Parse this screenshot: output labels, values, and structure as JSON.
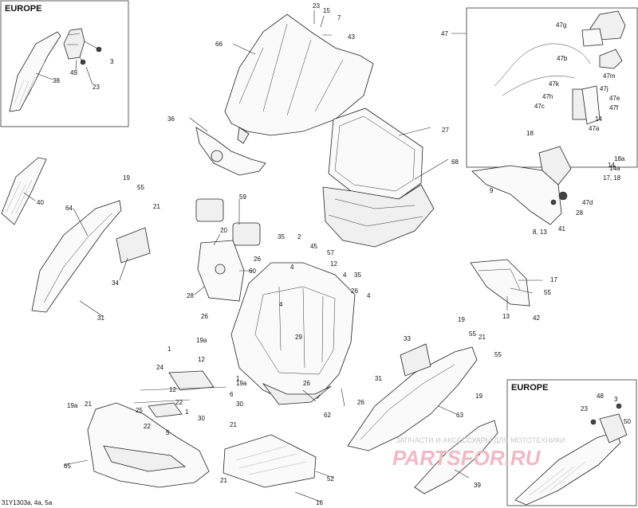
{
  "boxes": {
    "europe_top_left": "EUROPE",
    "europe_bottom_right": "EUROPE"
  },
  "diagram_code": "31Y1303a, 4a, 5a",
  "watermark": {
    "line1": "ЗАПЧАСТИ И АКСЕССУАРЫ ДЛЯ МОТОТЕХНИКИ",
    "line2": "PARTSFOR.RU"
  },
  "callouts": [
    {
      "id": "c-23a",
      "text": "23"
    },
    {
      "id": "c-15",
      "text": "15"
    },
    {
      "id": "c-7",
      "text": "7"
    },
    {
      "id": "c-43",
      "text": "43"
    },
    {
      "id": "c-66",
      "text": "66"
    },
    {
      "id": "c-36",
      "text": "36"
    },
    {
      "id": "c-27",
      "text": "27"
    },
    {
      "id": "c-68",
      "text": "68"
    },
    {
      "id": "c-38",
      "text": "38"
    },
    {
      "id": "c-49",
      "text": "49"
    },
    {
      "id": "c-23b",
      "text": "23"
    },
    {
      "id": "c-3a",
      "text": "3"
    },
    {
      "id": "c-47",
      "text": "47"
    },
    {
      "id": "c-47g",
      "text": "47g"
    },
    {
      "id": "c-47b",
      "text": "47b"
    },
    {
      "id": "c-47m",
      "text": "47m"
    },
    {
      "id": "c-47k",
      "text": "47k"
    },
    {
      "id": "c-47j",
      "text": "47j"
    },
    {
      "id": "c-47e",
      "text": "47e"
    },
    {
      "id": "c-47h",
      "text": "47h"
    },
    {
      "id": "c-47f",
      "text": "47f"
    },
    {
      "id": "c-47c",
      "text": "47c"
    },
    {
      "id": "c-14a",
      "text": "14"
    },
    {
      "id": "c-47a",
      "text": "47a"
    },
    {
      "id": "c-18a",
      "text": "18"
    },
    {
      "id": "c-18b",
      "text": "18a"
    },
    {
      "id": "c-14b",
      "text": "14a"
    },
    {
      "id": "c-14c",
      "text": "14"
    },
    {
      "id": "c-1718",
      "text": "17, 18"
    },
    {
      "id": "c-9",
      "text": "9"
    },
    {
      "id": "c-47d",
      "text": "47d"
    },
    {
      "id": "c-28a",
      "text": "28"
    },
    {
      "id": "c-813",
      "text": "8, 13"
    },
    {
      "id": "c-41",
      "text": "41"
    },
    {
      "id": "c-40",
      "text": "40"
    },
    {
      "id": "c-19a",
      "text": "19"
    },
    {
      "id": "c-55a",
      "text": "55"
    },
    {
      "id": "c-21a",
      "text": "21"
    },
    {
      "id": "c-64",
      "text": "64"
    },
    {
      "id": "c-34",
      "text": "34"
    },
    {
      "id": "c-31a",
      "text": "31"
    },
    {
      "id": "c-59",
      "text": "59"
    },
    {
      "id": "c-20",
      "text": "20"
    },
    {
      "id": "c-60",
      "text": "60"
    },
    {
      "id": "c-28b",
      "text": "28"
    },
    {
      "id": "c-35a",
      "text": "35"
    },
    {
      "id": "c-2",
      "text": "2"
    },
    {
      "id": "c-45",
      "text": "45"
    },
    {
      "id": "c-26a",
      "text": "26"
    },
    {
      "id": "c-57",
      "text": "57"
    },
    {
      "id": "c-12a",
      "text": "12"
    },
    {
      "id": "c-4a",
      "text": "4"
    },
    {
      "id": "c-35b",
      "text": "35"
    },
    {
      "id": "c-4b",
      "text": "4"
    },
    {
      "id": "c-26b",
      "text": "26"
    },
    {
      "id": "c-4c",
      "text": "4"
    },
    {
      "id": "c-4d",
      "text": "4"
    },
    {
      "id": "c-26c",
      "text": "26"
    },
    {
      "id": "c-19b",
      "text": "19a"
    },
    {
      "id": "c-29",
      "text": "29"
    },
    {
      "id": "c-19c",
      "text": "19a"
    },
    {
      "id": "c-26d",
      "text": "26"
    },
    {
      "id": "c-26e",
      "text": "26"
    },
    {
      "id": "c-62",
      "text": "62"
    },
    {
      "id": "c-17",
      "text": "17"
    },
    {
      "id": "c-55b",
      "text": "55"
    },
    {
      "id": "c-13",
      "text": "13"
    },
    {
      "id": "c-42",
      "text": "42"
    },
    {
      "id": "c-33",
      "text": "33"
    },
    {
      "id": "c-19d",
      "text": "19"
    },
    {
      "id": "c-55c",
      "text": "55"
    },
    {
      "id": "c-21b",
      "text": "21"
    },
    {
      "id": "c-55d",
      "text": "55"
    },
    {
      "id": "c-31b",
      "text": "31"
    },
    {
      "id": "c-19e",
      "text": "19"
    },
    {
      "id": "c-63",
      "text": "63"
    },
    {
      "id": "c-1a",
      "text": "1"
    },
    {
      "id": "c-12b",
      "text": "12"
    },
    {
      "id": "c-24",
      "text": "24"
    },
    {
      "id": "c-1b",
      "text": "1"
    },
    {
      "id": "c-12c",
      "text": "12"
    },
    {
      "id": "c-6",
      "text": "6"
    },
    {
      "id": "c-30a",
      "text": "30"
    },
    {
      "id": "c-25",
      "text": "25"
    },
    {
      "id": "c-22a",
      "text": "22"
    },
    {
      "id": "c-22b",
      "text": "22"
    },
    {
      "id": "c-1c",
      "text": "1"
    },
    {
      "id": "c-5",
      "text": "5"
    },
    {
      "id": "c-30b",
      "text": "30"
    },
    {
      "id": "c-19f",
      "text": "19a"
    },
    {
      "id": "c-21c",
      "text": "21"
    },
    {
      "id": "c-21d",
      "text": "21"
    },
    {
      "id": "c-65",
      "text": "65"
    },
    {
      "id": "c-21e",
      "text": "21"
    },
    {
      "id": "c-52",
      "text": "52"
    },
    {
      "id": "c-16",
      "text": "16"
    },
    {
      "id": "c-39",
      "text": "39"
    },
    {
      "id": "c-48",
      "text": "48"
    },
    {
      "id": "c-3b",
      "text": "3"
    },
    {
      "id": "c-23c",
      "text": "23"
    },
    {
      "id": "c-50",
      "text": "50"
    }
  ]
}
